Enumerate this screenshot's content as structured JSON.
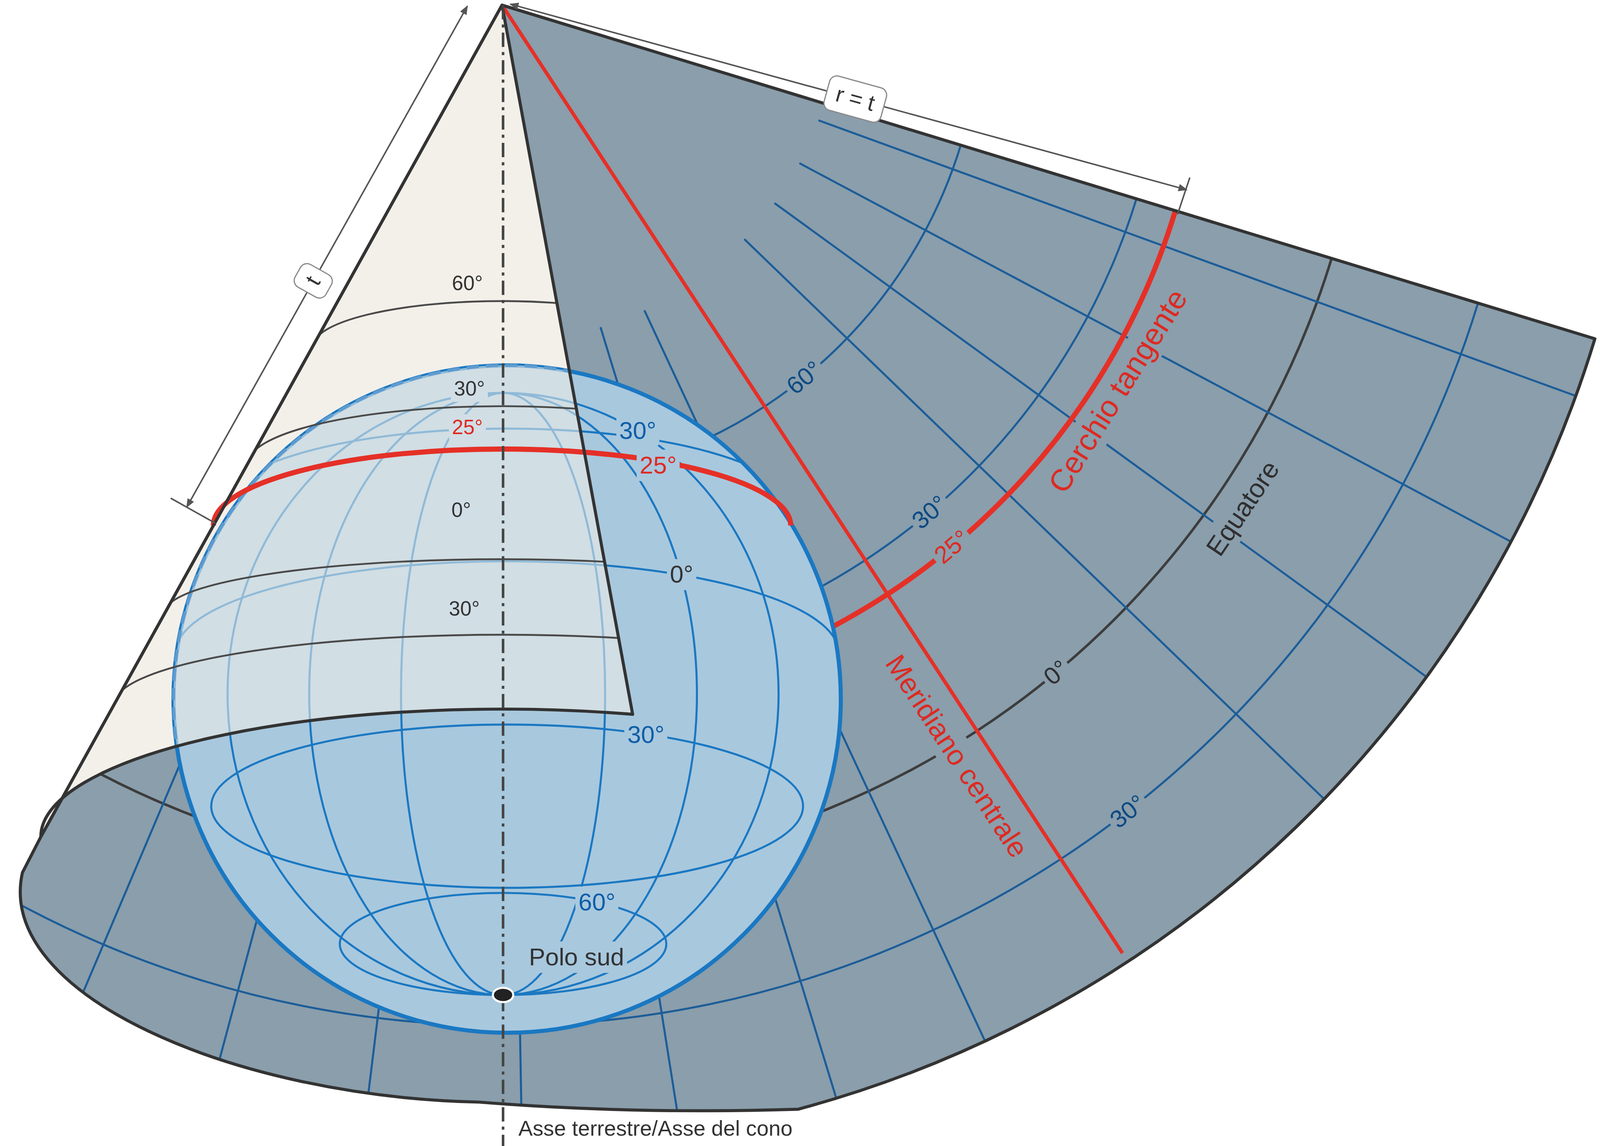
{
  "diagram": {
    "nodes": [
      {
        "text": [
          "r = t"
        ]
      },
      {
        "text": [
          "t"
        ]
      }
    ],
    "labels": [
      "60°",
      "30°",
      "25°",
      "0°",
      "30°",
      "30°",
      "25°",
      "0°",
      "30°",
      "60°",
      "Polo sud",
      "60°",
      "30°",
      "25°",
      "Cerchio tangente",
      "Equatore",
      "0°",
      "30°",
      "Meridiano centrale",
      "Asse terrestre/Asse del cono"
    ]
  }
}
